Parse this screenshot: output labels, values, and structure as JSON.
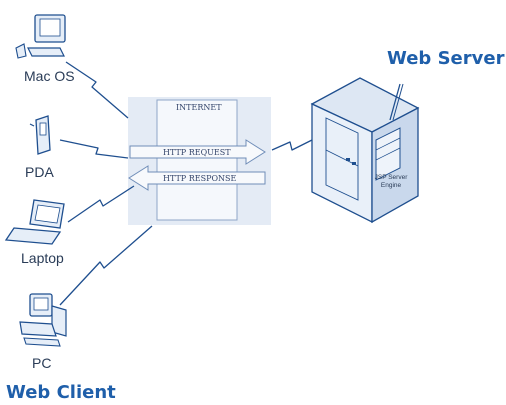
{
  "devices": {
    "mac_label": "Mac OS",
    "pda_label": "PDA",
    "laptop_label": "Laptop",
    "pc_label": "PC"
  },
  "server": {
    "title": "Web Server",
    "engine_line1": "JSP Server",
    "engine_line2": "Engine"
  },
  "client": {
    "title": "Web Client"
  },
  "internet": {
    "label": "INTERNET",
    "request_label": "HTTP REQUEST",
    "response_label": "HTTP RESPONSE"
  },
  "colors": {
    "line": "#1f4f8f",
    "device_fill": "#e6eef8",
    "panel_fill": "#e4ebf5",
    "heading": "#1f5faa"
  }
}
